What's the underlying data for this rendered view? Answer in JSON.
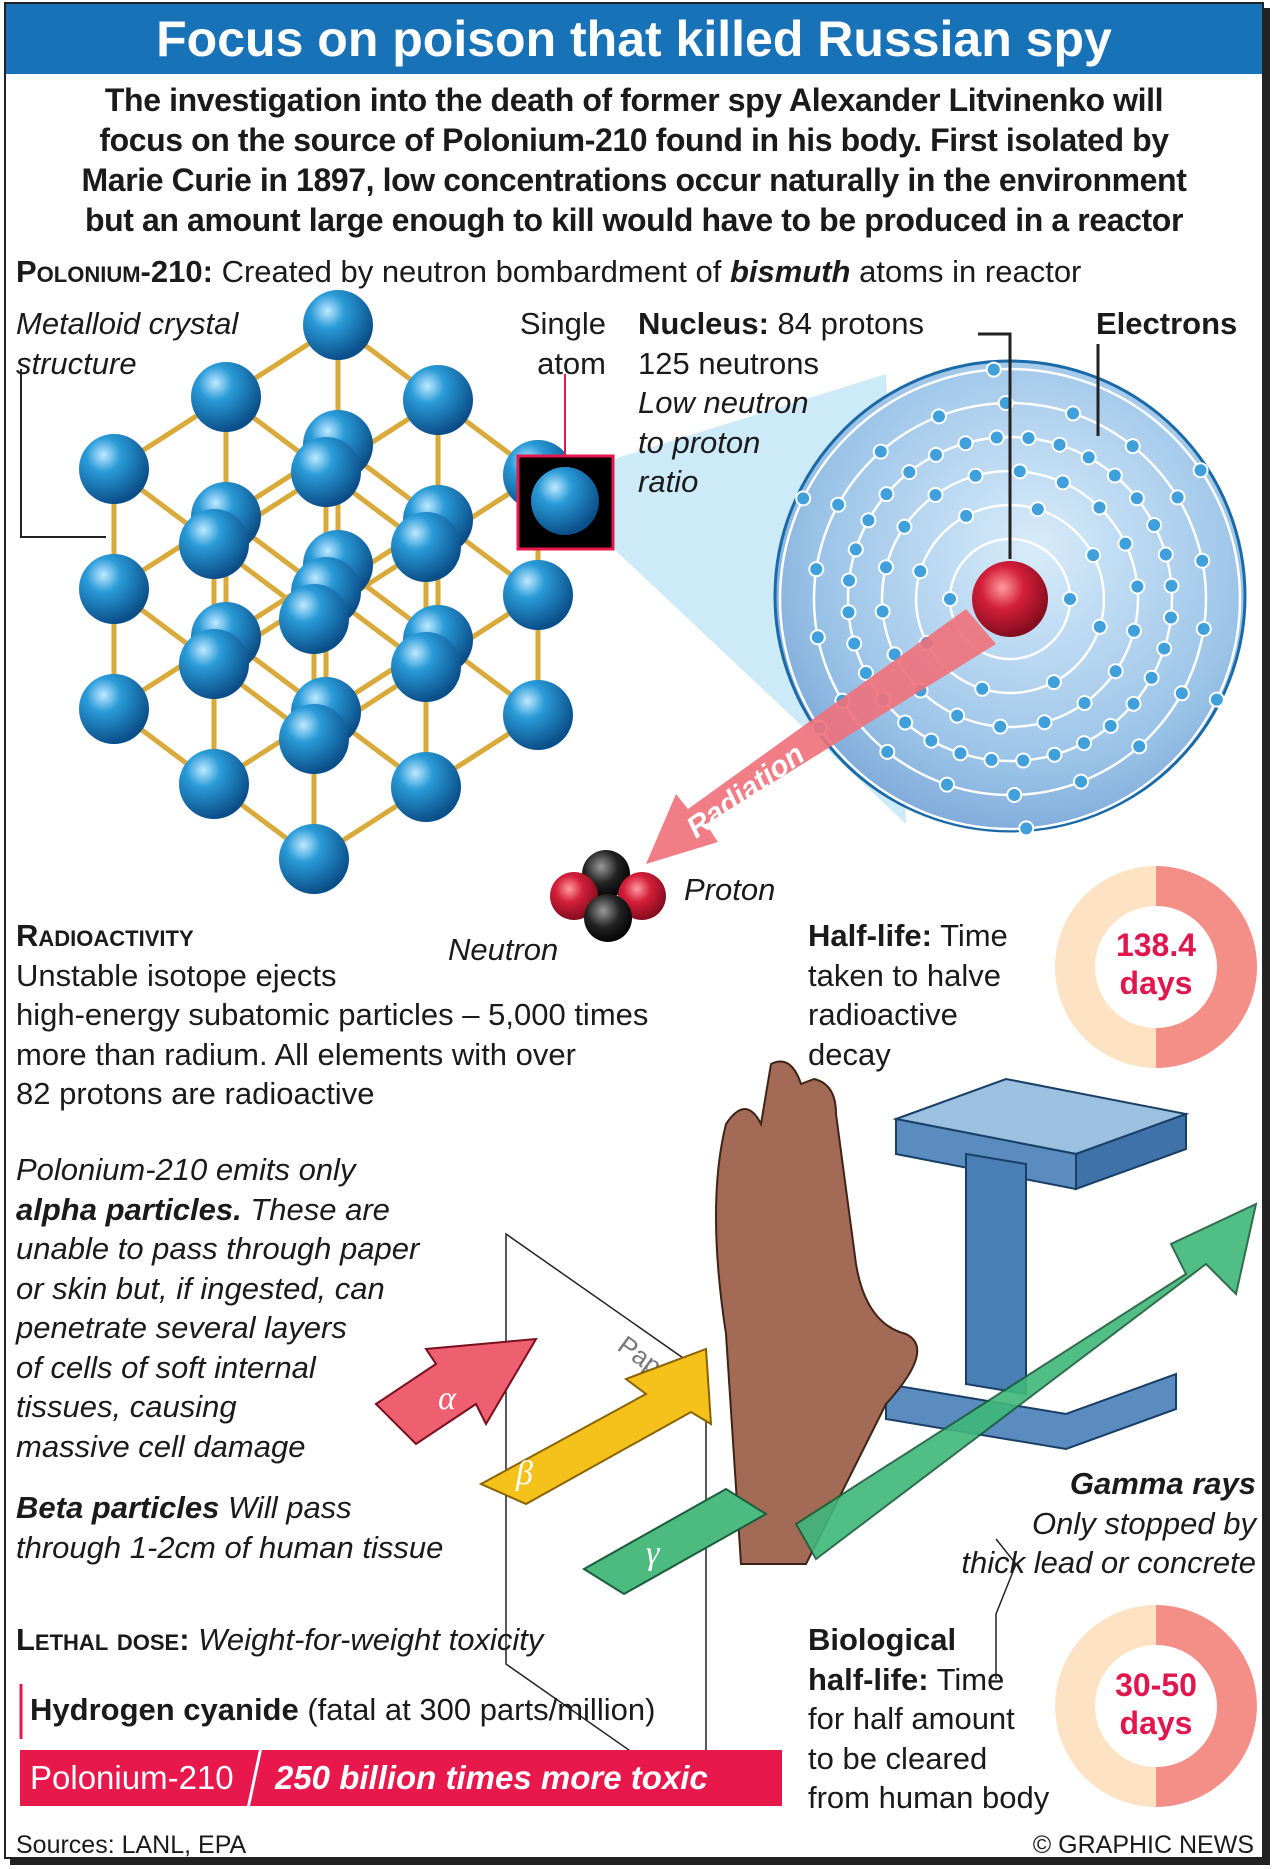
{
  "title": "Focus on poison that killed Russian spy",
  "intro": [
    "The investigation into the death of former spy Alexander Litvinenko will",
    "focus on the source of Polonium-210 found in his body. First isolated by",
    "Marie Curie in 1897, low concentrations occur naturally in the environment",
    "but an amount large enough to kill would have to be produced in a reactor"
  ],
  "polonium_line": {
    "label": "Polonium-210:",
    "text_before": "Created by neutron bombardment of",
    "emphasis": "bismuth",
    "text_after": "atoms in reactor"
  },
  "lattice": {
    "label_line1": "Metalloid crystal",
    "label_line2": "structure",
    "single_line1": "Single",
    "single_line2": "atom"
  },
  "nucleus": {
    "label": "Nucleus:",
    "protons": "84 protons",
    "neutrons": "125 neutrons",
    "ratio": [
      "Low neutron",
      "to proton",
      "ratio"
    ]
  },
  "electrons_label": "Electrons",
  "electron_shells": [
    2,
    8,
    18,
    32,
    18,
    6
  ],
  "radiation_label": "Radiation",
  "proton_label": "Proton",
  "neutron_label": "Neutron",
  "radioactivity": {
    "heading": "Radioactivity",
    "lines": [
      "Unstable isotope ejects",
      "high-energy subatomic particles – 5,000 times",
      "more than radium. All elements with over",
      "82 protons are radioactive"
    ]
  },
  "half_life": {
    "label": "Half-life:",
    "lines": [
      "Time",
      "taken to halve",
      "radioactive",
      "decay"
    ],
    "value": "138.4",
    "unit": "days"
  },
  "alpha": {
    "line1": "Polonium-210 emits only",
    "bold": "alpha particles.",
    "rest": " These are",
    "lines": [
      "unable to pass through paper",
      "or skin but, if ingested, can",
      "penetrate several layers",
      "of cells of soft internal",
      "tissues, causing",
      "massive cell damage"
    ]
  },
  "beta": {
    "bold": "Beta particles",
    "rest": " Will pass",
    "line2": "through 1-2cm of human tissue"
  },
  "gamma": {
    "bold": "Gamma rays",
    "lines": [
      "Only stopped by",
      "thick lead or concrete"
    ]
  },
  "paper_label": "Paper",
  "symbols": {
    "alpha": "α",
    "beta": "β",
    "gamma": "γ"
  },
  "lethal": {
    "heading": "Lethal dose:",
    "sub": "Weight-for-weight toxicity",
    "cyanide_bold": "Hydrogen cyanide",
    "cyanide_rest": " (fatal at 300 parts/million)",
    "polonium": "Polonium-210",
    "toxic": "250 billion times more toxic"
  },
  "bio": {
    "line1": "Biological",
    "label": "half-life:",
    "lines": [
      "Time",
      "for half amount",
      "to be cleared",
      "from human body"
    ],
    "value": "30-50",
    "unit": "days"
  },
  "sources": "Sources: LANL, EPA",
  "credit": "© GRAPHIC NEWS",
  "colors": {
    "title_bar": "#1872b8",
    "accent_red": "#e8174c",
    "donut_left": "#fde3c3",
    "donut_right": "#f48f88"
  }
}
